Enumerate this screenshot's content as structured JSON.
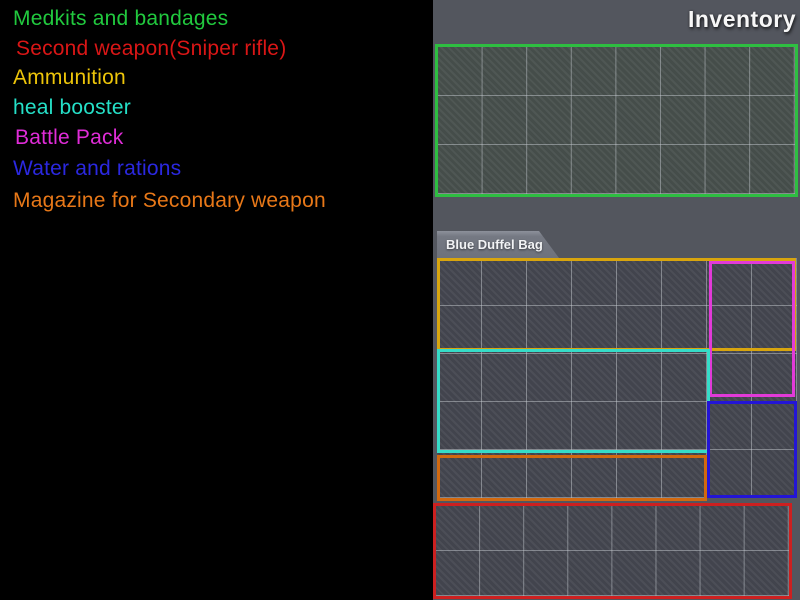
{
  "legend": {
    "items": [
      {
        "label": "Medkits and bandages",
        "color": "#21c93e"
      },
      {
        "label": "Second weapon(Sniper rifle)",
        "color": "#da1616"
      },
      {
        "label": "Ammunition",
        "color": "#edc50a"
      },
      {
        "label": "heal booster",
        "color": "#25e0c8"
      },
      {
        "label": "Battle Pack",
        "color": "#e02cd8"
      },
      {
        "label": "Water and rations",
        "color": "#2b28e0"
      },
      {
        "label": "Magazine for Secondary weapon",
        "color": "#e87818"
      }
    ]
  },
  "inventory": {
    "title": "Inventory",
    "bag_label": "Blue Duffel Bag",
    "regions": [
      {
        "name": "medkits-and-bandages",
        "color": "#2ebe41",
        "cols": 8,
        "rows": 3
      },
      {
        "name": "ammunition",
        "color": "#d8a50e",
        "cols": 8,
        "rows": 2
      },
      {
        "name": "battle-pack",
        "color": "#e23ad8",
        "cols": 2,
        "rows": 3
      },
      {
        "name": "heal-booster",
        "color": "#35dcc8",
        "cols": 6,
        "rows": 2
      },
      {
        "name": "water-and-rations",
        "color": "#2315d6",
        "cols": 2,
        "rows": 2
      },
      {
        "name": "magazine-for-secondary-weapon",
        "color": "#d2690f",
        "cols": 6,
        "rows": 1
      },
      {
        "name": "second-weapon-sniper-rifle",
        "color": "#cc2020",
        "cols": 8,
        "rows": 2
      }
    ]
  }
}
